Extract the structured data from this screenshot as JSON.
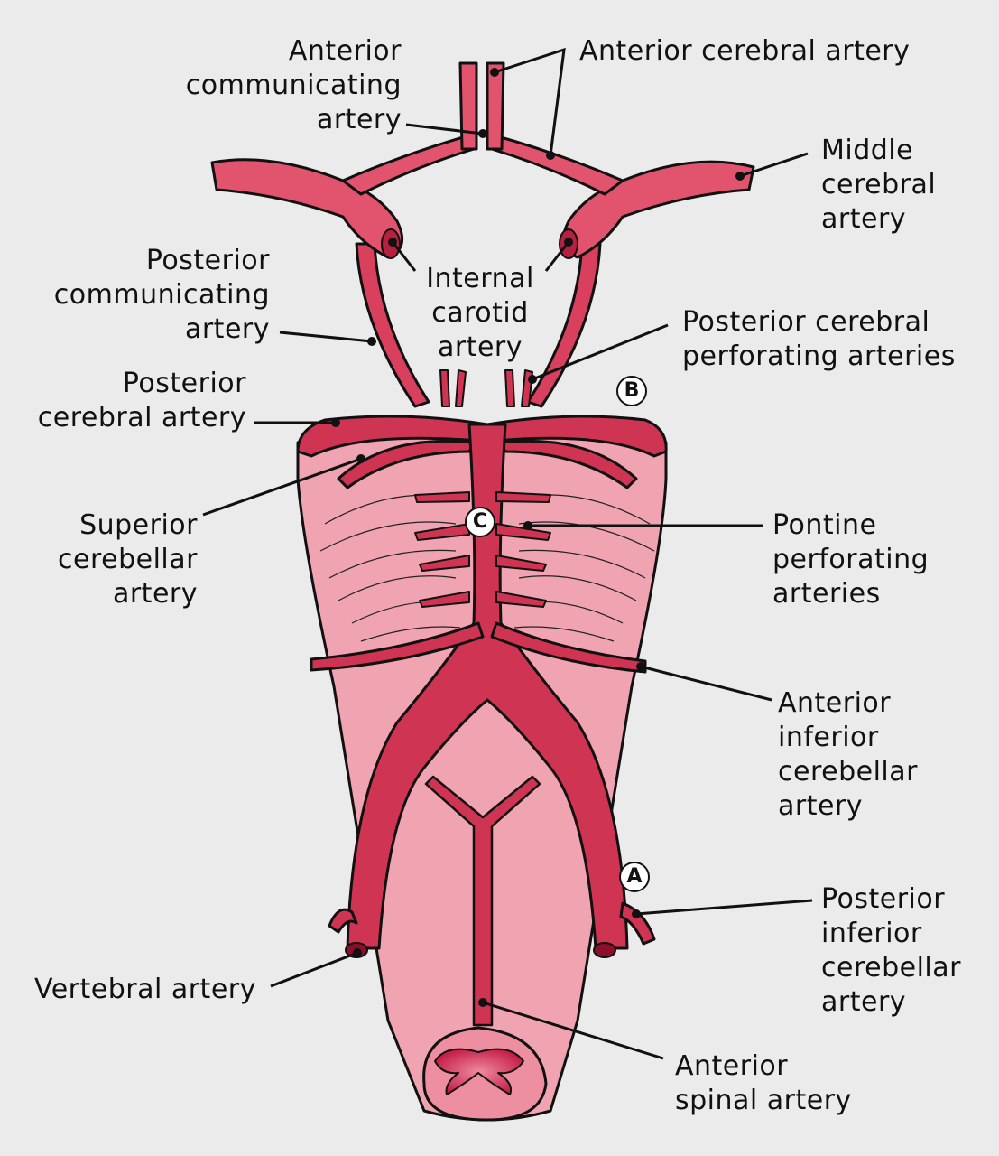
{
  "colors": {
    "background": "#ebebeb",
    "artery": "#cf3553",
    "artery_upper": "#e2546e",
    "brainstem": "#f0a3b1",
    "outline": "#111111",
    "lumen": "#8c0f2a"
  },
  "labels": {
    "anterior_communicating_artery": "Anterior\ncommunicating\nartery",
    "anterior_cerebral_artery": "Anterior cerebral artery",
    "middle_cerebral_artery": "Middle\ncerebral\nartery",
    "posterior_communicating_artery": "Posterior\ncommunicating\nartery",
    "internal_carotid_artery": "Internal\ncarotid\nartery",
    "posterior_cerebral_perforating_arteries": "Posterior cerebral\nperforating arteries",
    "posterior_cerebral_artery": "Posterior\ncerebral artery",
    "superior_cerebellar_artery": "Superior\ncerebellar\nartery",
    "pontine_perforating_arteries": "Pontine\nperforating\narteries",
    "anterior_inferior_cerebellar_artery": "Anterior\ninferior\ncerebellar\nartery",
    "posterior_inferior_cerebellar_artery": "Posterior\ninferior\ncerebellar\nartery",
    "vertebral_artery": "Vertebral artery",
    "anterior_spinal_artery": "Anterior\nspinal artery"
  },
  "badges": {
    "A": "A",
    "B": "B",
    "C": "C"
  }
}
